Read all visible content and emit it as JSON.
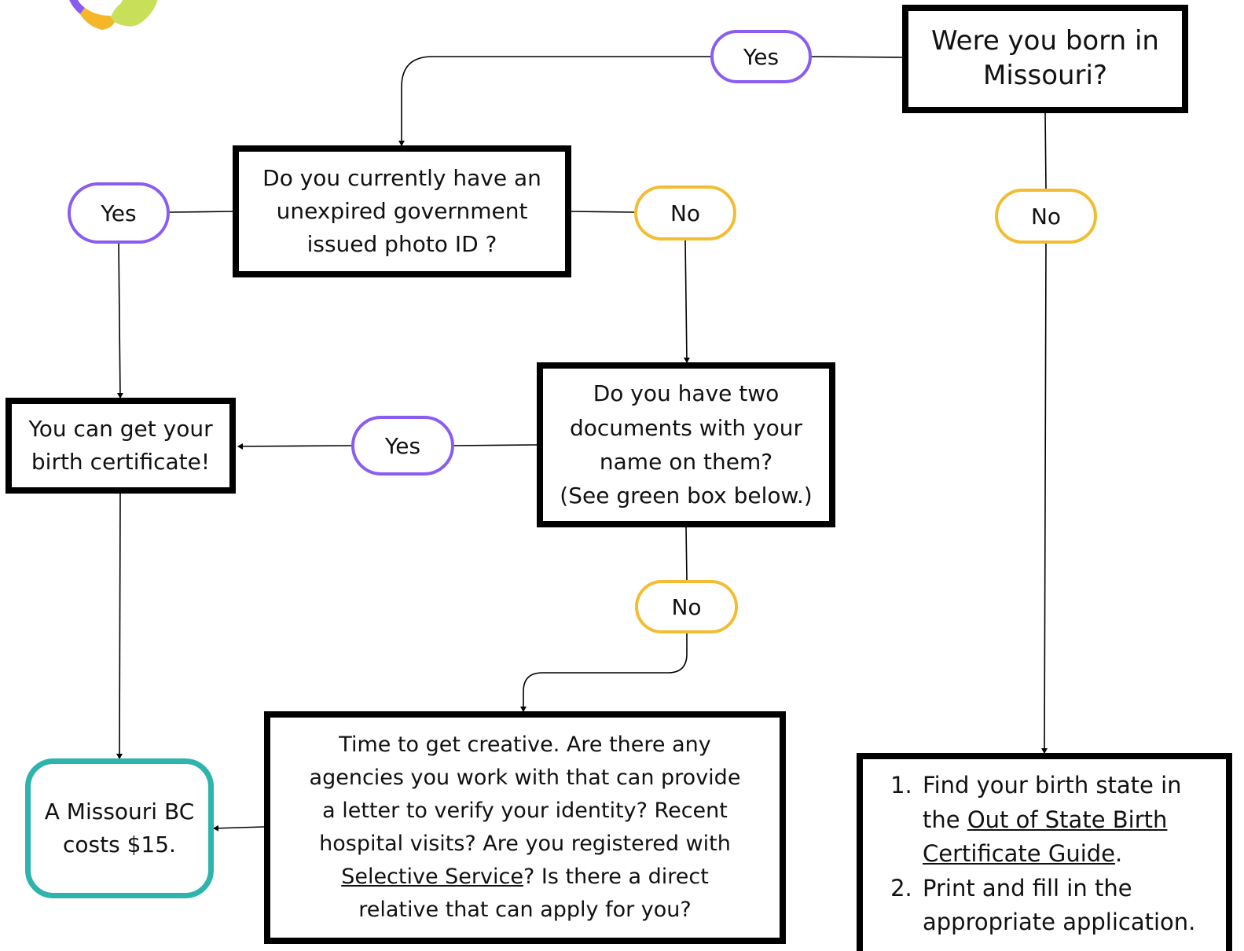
{
  "nodes": {
    "born_in_missouri": {
      "text": "Were you born in Missouri?"
    },
    "have_photo_id": {
      "text": "Do you currently have an unexpired government issued photo ID ?"
    },
    "two_documents": {
      "line1": "Do you have two",
      "line2": "documents with your",
      "line3": "name on them?",
      "line4": "(See green box below.)"
    },
    "can_get_certificate": {
      "line1": "You can get your",
      "line2": "birth certificate!"
    },
    "cost": {
      "line1": "A Missouri BC",
      "line2": "costs $15."
    },
    "get_creative": {
      "line1": "Time to get creative.  Are there any",
      "line2": "agencies you work with that can provide",
      "line3": "a letter to verify your identity? Recent",
      "line4": "hospital visits? Are you registered with",
      "line5_link": "Selective Service",
      "line5_rest": "? Is there a direct",
      "line6": "relative that can apply for you?"
    },
    "out_of_state_steps": {
      "step1_pre": "Find your birth state in the ",
      "step1_link": "Out of State Birth Certificate Guide",
      "step1_post": ".",
      "step2": "Print and fill in the appropriate application."
    }
  },
  "labels": {
    "yes": "Yes",
    "no": "No"
  },
  "colors": {
    "yes_border": "#8a5cf0",
    "no_border": "#f2bd32",
    "teal_border": "#2fb3ad",
    "box_border": "#000000"
  },
  "logo": {
    "colors": [
      "#8a5cf0",
      "#f6b62a",
      "#c8df5a"
    ]
  }
}
